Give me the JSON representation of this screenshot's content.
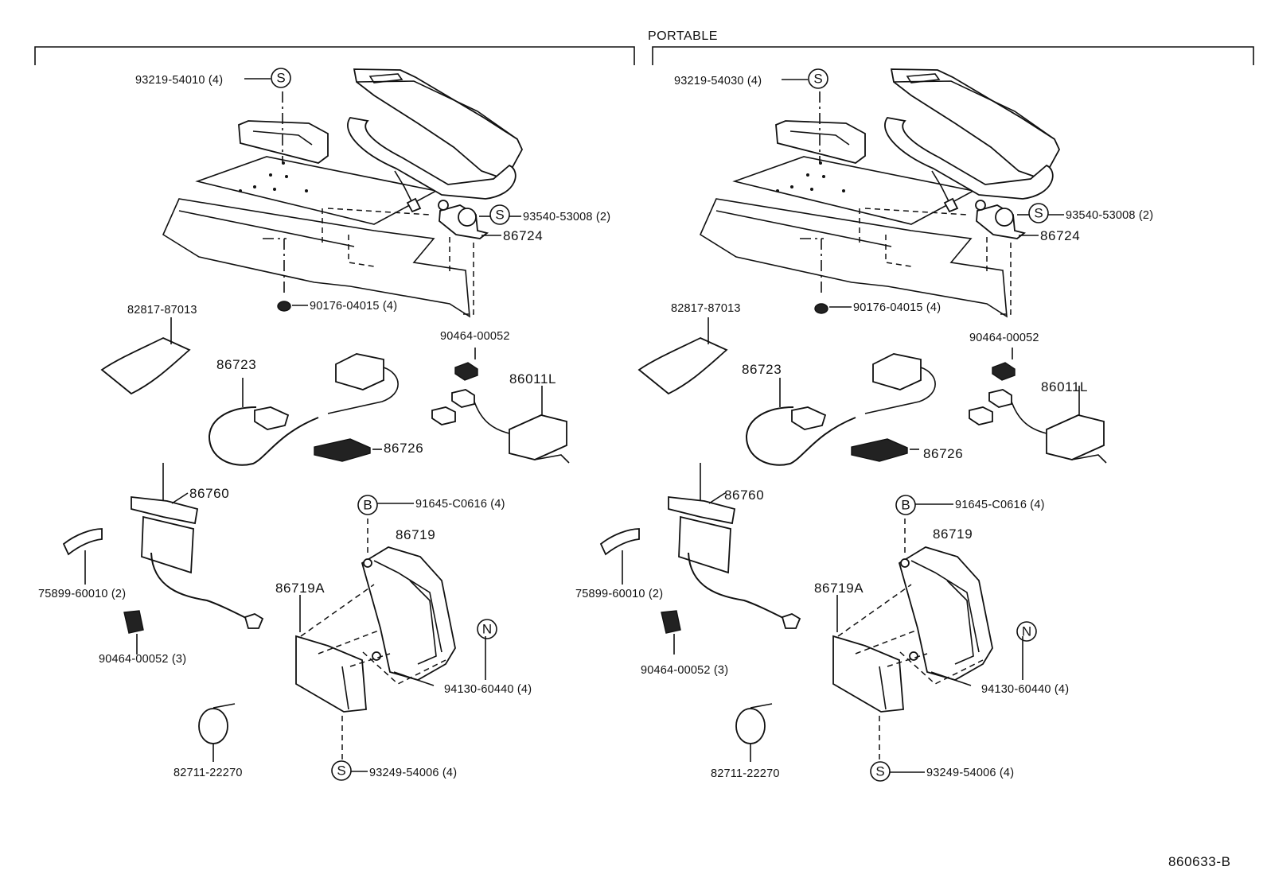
{
  "header": {
    "title": "PORTABLE",
    "diagram_id": "860633-B"
  },
  "panels": [
    {
      "id": "left",
      "labels": {
        "screw_top": "93219-54010 (4)",
        "screw_bracket": "93540-53008 (2)",
        "bracket": "86724",
        "nut": "90176-04015 (4)",
        "label_sheet": "82817-87013",
        "clip_small": "90464-00052",
        "cable": "86723",
        "module": "86011L",
        "cover": "86726",
        "antenna": "86760",
        "bolt": "91645-C0616 (4)",
        "case": "86719",
        "case_cover": "86719A",
        "tape": "75899-60010 (2)",
        "clip": "90464-00052 (3)",
        "nut_n": "94130-60440 (4)",
        "band": "82711-22270",
        "screw_bottom": "93249-54006 (4)"
      }
    },
    {
      "id": "right",
      "labels": {
        "screw_top": "93219-54030 (4)",
        "screw_bracket": "93540-53008 (2)",
        "bracket": "86724",
        "nut": "90176-04015 (4)",
        "label_sheet": "82817-87013",
        "clip_small": "90464-00052",
        "cable": "86723",
        "module": "86011L",
        "cover": "86726",
        "antenna": "86760",
        "bolt": "91645-C0616 (4)",
        "case": "86719",
        "case_cover": "86719A",
        "tape": "75899-60010 (2)",
        "clip": "90464-00052 (3)",
        "nut_n": "94130-60440 (4)",
        "band": "82711-22270",
        "screw_bottom": "93249-54006 (4)"
      }
    }
  ],
  "badges": {
    "s": "S",
    "b": "B",
    "n": "N"
  }
}
